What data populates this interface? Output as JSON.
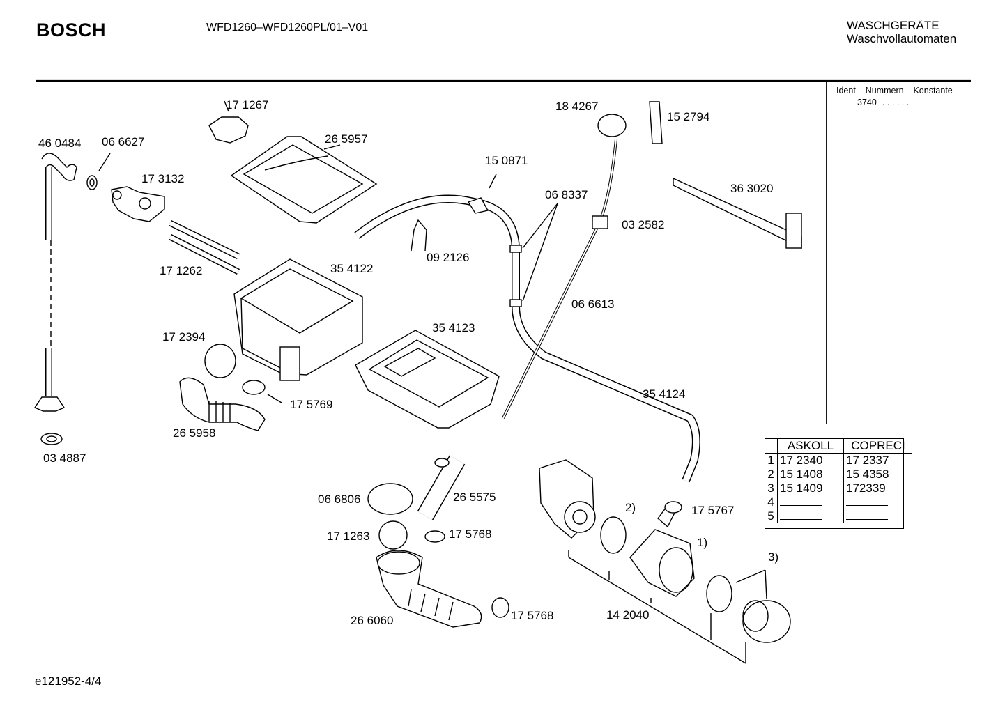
{
  "header": {
    "brand": "BOSCH",
    "model": "WFD1260–WFD1260PL/01–V01",
    "category_line1": "WASCHGERÄTE",
    "category_line2": "Waschvollautomaten"
  },
  "ident": {
    "title": "Ident – Nummern – Konstante",
    "value": "3740",
    "dots": ". . . . . ."
  },
  "parts": [
    "46 0484",
    "06 6627",
    "17 3132",
    "17 1267",
    "26 5957",
    "15 0871",
    "06 8337",
    "18 4267",
    "15 2794",
    "36 3020",
    "03 2582",
    "09 2126",
    "17 1262",
    "35 4122",
    "06 6613",
    "17 2394",
    "35 4123",
    "17 5769",
    "26 5958",
    "03 4887",
    "35 4124",
    "06 6806",
    "26 5575",
    "17 5767",
    "17 1263",
    "17 5768",
    "17 5768",
    "26 6060",
    "14 2040"
  ],
  "callouts": [
    "2)",
    "1)",
    "3)"
  ],
  "supplier_table": {
    "headers": [
      "ASKOLL",
      "COPRECI"
    ],
    "rows": [
      {
        "n": "1",
        "askoll": "17 2340",
        "copreci": "17 2337"
      },
      {
        "n": "2",
        "askoll": "15 1408",
        "copreci": "15 4358"
      },
      {
        "n": "3",
        "askoll": "15 1409",
        "copreci": "172339"
      },
      {
        "n": "4",
        "askoll": "",
        "copreci": ""
      },
      {
        "n": "5",
        "askoll": "",
        "copreci": ""
      }
    ]
  },
  "footer": {
    "drawing_id": "e121952-4/4"
  }
}
